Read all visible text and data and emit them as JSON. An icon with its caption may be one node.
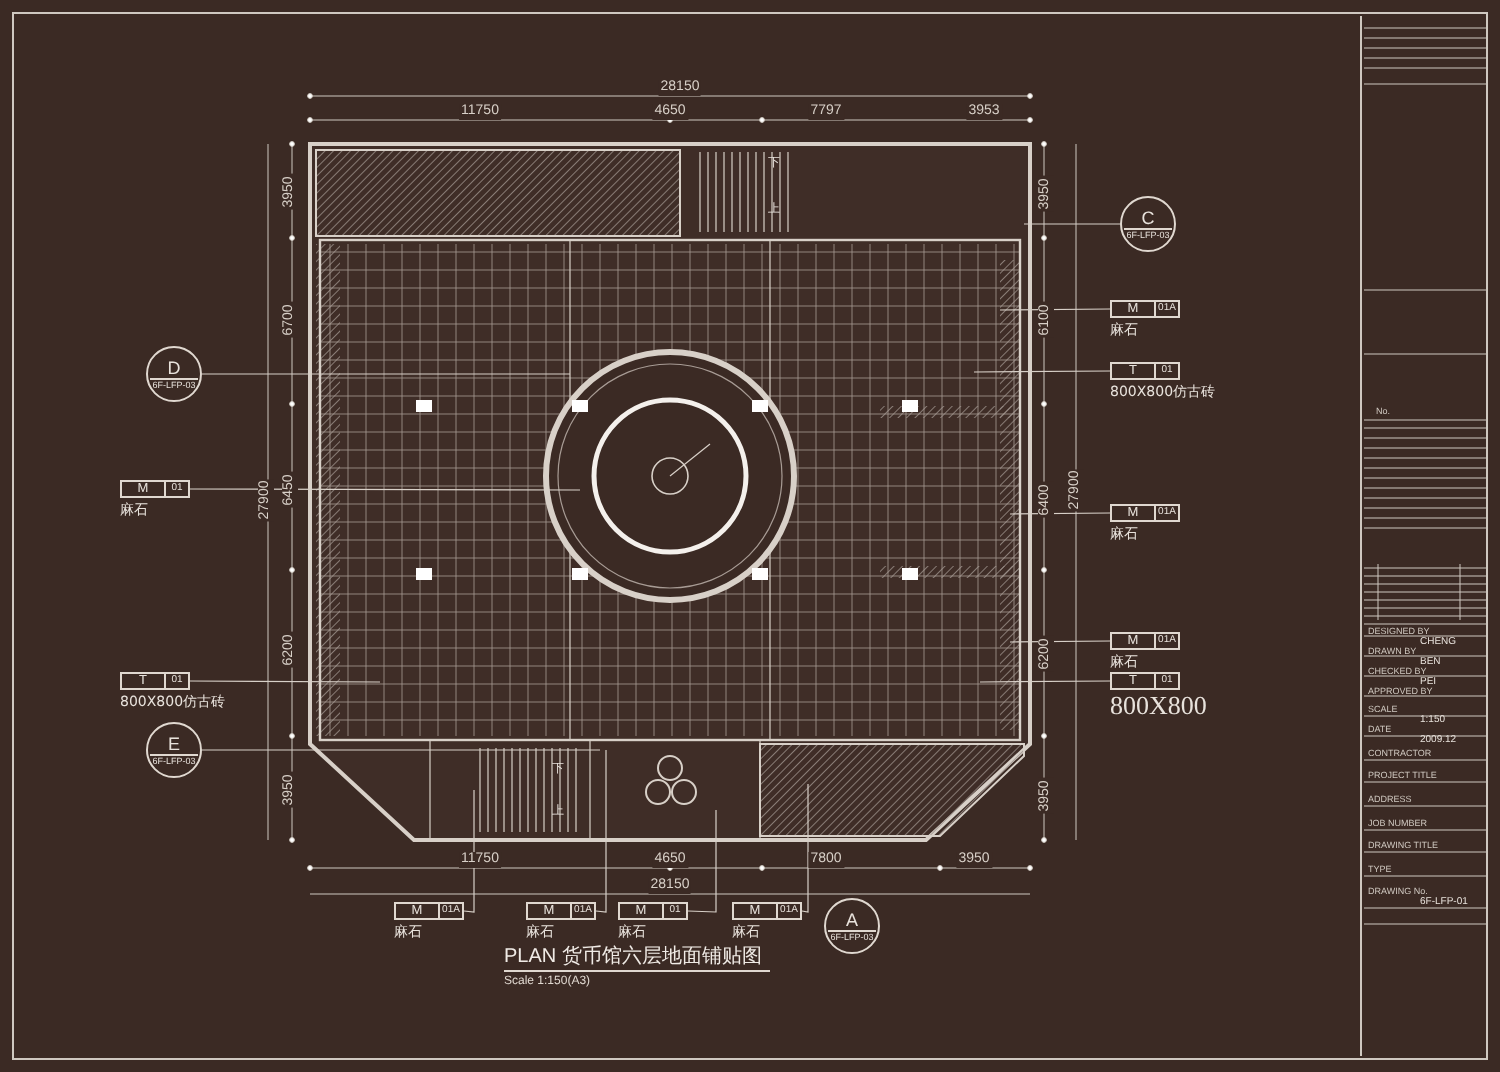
{
  "diagram": {
    "title": "PLAN 货币馆六层地面铺贴图",
    "caption": "Scale 1:150(A3)",
    "nodes": [
      {
        "text": [
          "C",
          "6F-LFP-03"
        ]
      },
      {
        "text": [
          "M",
          "01A"
        ],
        "beside": [
          "麻石"
        ]
      },
      {
        "text": [
          "T",
          "01"
        ],
        "beside": [
          "800X800仿古砖"
        ]
      },
      {
        "text": [
          "D",
          "6F-LFP-03"
        ]
      },
      {
        "text": [
          "M",
          "01"
        ],
        "beside": [
          "麻石"
        ]
      },
      {
        "text": [
          "M",
          "01A"
        ],
        "beside": [
          "麻石"
        ]
      },
      {
        "text": [
          "M",
          "01A"
        ],
        "beside": [
          "麻石"
        ]
      },
      {
        "text": [
          "T",
          "01"
        ],
        "beside": [
          "800X800仿古砖"
        ]
      },
      {
        "text": [
          "T",
          "01"
        ],
        "beside": [
          "800X800"
        ]
      },
      {
        "text": [
          "E",
          "6F-LFP-03"
        ]
      },
      {
        "text": [
          "M",
          "01A"
        ],
        "beside": [
          "麻石"
        ]
      },
      {
        "text": [
          "M",
          "01A"
        ],
        "beside": [
          "麻石"
        ]
      },
      {
        "text": [
          "M",
          "01"
        ],
        "beside": [
          "麻石"
        ]
      },
      {
        "text": [
          "M",
          "01A"
        ],
        "beside": [
          "麻石"
        ]
      },
      {
        "text": [
          "A",
          "6F-LFP-03"
        ]
      }
    ],
    "edges": [
      {
        "from": 0,
        "to": null,
        "arrow": "none"
      },
      {
        "from": 1,
        "to": null,
        "arrow": "none"
      },
      {
        "from": 2,
        "to": null,
        "arrow": "none"
      },
      {
        "from": 3,
        "to": null,
        "arrow": "none"
      },
      {
        "from": 4,
        "to": null,
        "arrow": "none"
      },
      {
        "from": 5,
        "to": null,
        "arrow": "none"
      },
      {
        "from": 6,
        "to": null,
        "arrow": "none"
      },
      {
        "from": 7,
        "to": null,
        "arrow": "none"
      },
      {
        "from": 8,
        "to": null,
        "arrow": "none"
      },
      {
        "from": 9,
        "to": null,
        "arrow": "none"
      },
      {
        "from": 10,
        "to": null,
        "arrow": "none"
      },
      {
        "from": 11,
        "to": null,
        "arrow": "none"
      },
      {
        "from": 12,
        "to": null,
        "arrow": "none"
      },
      {
        "from": 13,
        "to": null,
        "arrow": "none"
      }
    ],
    "labels": [
      "28150",
      "11750",
      "4650",
      "7797",
      "3953",
      "3950",
      "6700",
      "27900",
      "6450",
      "6200",
      "3950",
      "3950",
      "6100",
      "6400",
      "27900",
      "6200",
      "3950",
      "下",
      "上",
      "下",
      "上",
      "11750",
      "4650",
      "7800",
      "3950",
      "28150",
      "No.",
      "DESIGNED BY",
      "CHENG",
      "DRAWN BY",
      "BEN",
      "CHECKED BY",
      "PEI",
      "APPROVED BY",
      "SCALE",
      "1:150",
      "DATE",
      "2009.12",
      "CONTRACTOR",
      "PROJECT TITLE",
      "ADDRESS",
      "JOB NUMBER",
      "DRAWING TITLE",
      "TYPE",
      "DRAWING No.",
      "6F-LFP-01"
    ]
  }
}
